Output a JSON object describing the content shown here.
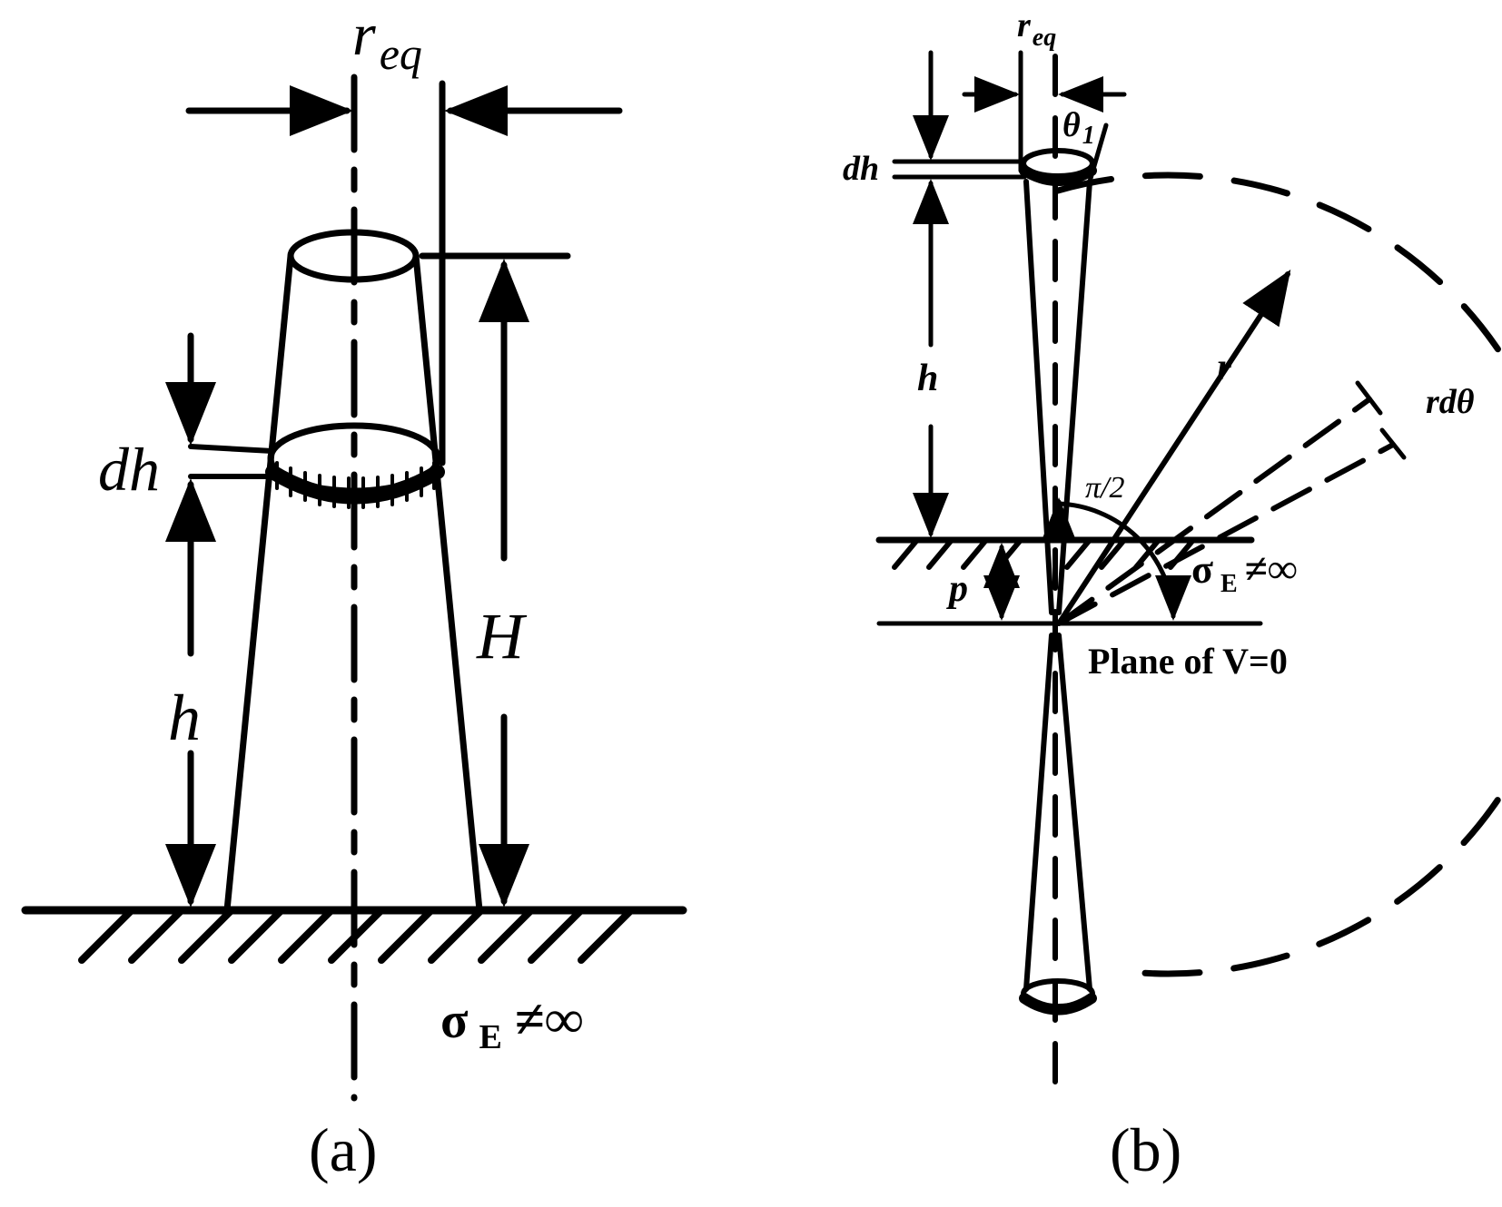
{
  "figure_a": {
    "radius_main": "r",
    "radius_sub": "eq",
    "dh": "dh",
    "h": "h",
    "H": "H",
    "sigma": "σ",
    "sigma_sub": "E",
    "neq_inf": "≠∞",
    "caption": "(a)"
  },
  "figure_b": {
    "radius_main": "r",
    "radius_sub": "eq",
    "theta_main": "θ",
    "theta_sub": "1",
    "dh": "dh",
    "h": "h",
    "r": "r",
    "rdtheta": "rdθ",
    "pi_half": "π/2",
    "sigma": "σ",
    "sigma_sub": "E",
    "neq_inf": "≠∞",
    "p": "p",
    "plane": "Plane of V=0",
    "caption": "(b)"
  }
}
